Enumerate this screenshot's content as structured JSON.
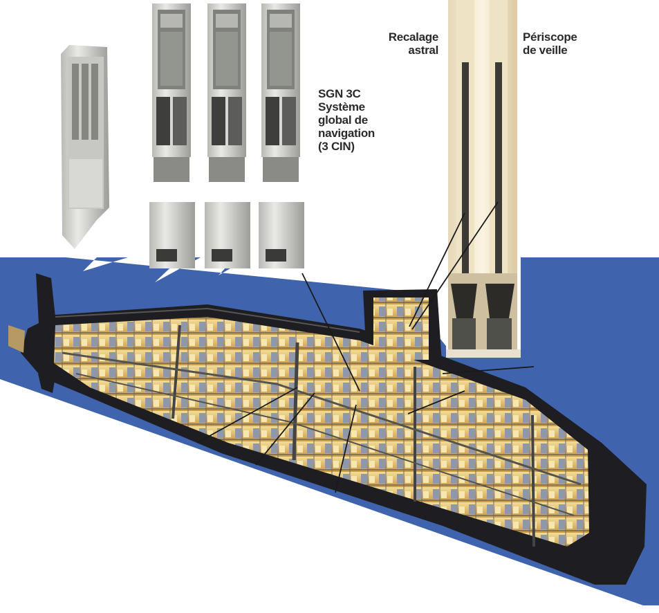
{
  "labels": {
    "sgn": [
      "SGN 3C",
      "Système",
      "global de",
      "navigation",
      "(3 CIN)"
    ],
    "recalage": [
      "Recalage",
      "astral"
    ],
    "periscope": [
      "Périscope",
      "de veille"
    ]
  },
  "colors": {
    "sea": "#3f64ad",
    "hull": "#1e1e22",
    "interior": "#e7c46c",
    "cabinet": "#dadad6",
    "mast_panel": "#f1e7cf"
  }
}
